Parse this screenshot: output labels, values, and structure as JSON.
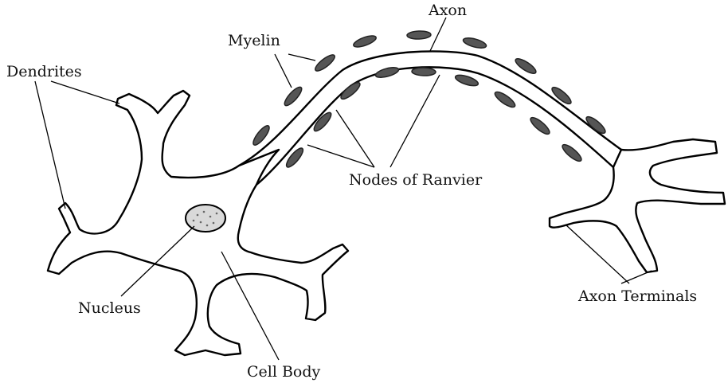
{
  "labels": {
    "axon": "Axon",
    "myelin": "Myelin",
    "dendrites": "Dendrites",
    "nodes_of_ranvier": "Nodes of Ranvier",
    "nucleus": "Nucleus",
    "cell_body": "Cell Body",
    "axon_terminals": "Axon Terminals"
  },
  "colors": {
    "outline": "#000000",
    "myelin_fill": "#555555",
    "background": "#ffffff"
  }
}
